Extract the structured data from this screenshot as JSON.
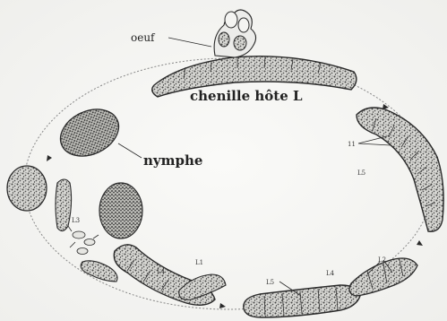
{
  "labels": {
    "oeuf": "oeuf",
    "chenille": "chenille hôte L",
    "nymphe": "nymphe",
    "small": {
      "l1": "11",
      "l2": "L5",
      "l3": "L3",
      "l4": "L4",
      "l5": "L1",
      "l6": "L5",
      "l7": "L4",
      "l8": "L2"
    }
  },
  "colors": {
    "ink": "#2a2a2a",
    "texture": "#555555",
    "paper": "#f4f4f2"
  }
}
